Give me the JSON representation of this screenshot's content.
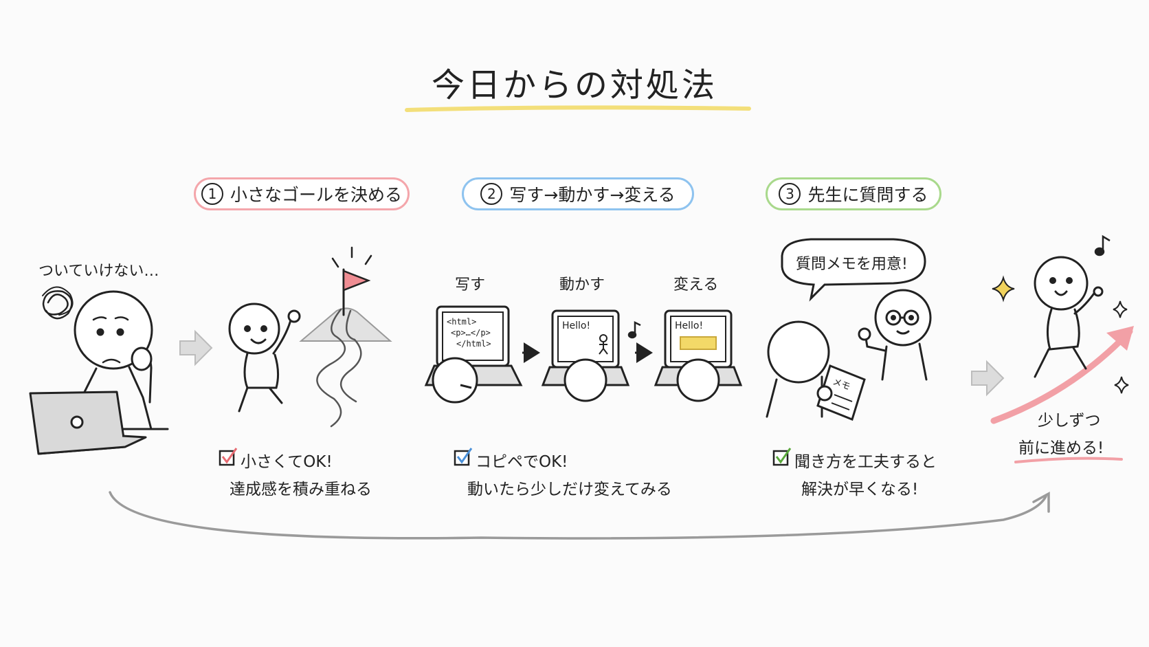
{
  "title": "今日からの対処法",
  "colors": {
    "red": "#f4a6ab",
    "blue": "#8ec3ef",
    "green": "#a9d98c",
    "yellow": "#f3df7a",
    "arrow_grey": "#c2c2c2"
  },
  "steps": [
    {
      "num": "1",
      "label": "小さなゴールを決める",
      "check_line1": "小さくてOK!",
      "check_line2": "達成感を積み重ねる"
    },
    {
      "num": "2",
      "label": "写す→動かす→変える",
      "check_line1": "コピペでOK!",
      "check_line2": "動いたら少しだけ変えてみる"
    },
    {
      "num": "3",
      "label": "先生に質問する",
      "check_line1": "聞き方を工夫すると",
      "check_line2": "解決が早くなる!"
    }
  ],
  "left_figure": {
    "thought": "ついていけない…"
  },
  "step2_substeps": {
    "copy": "写す",
    "run": "動かす",
    "change": "変える",
    "code_lines": [
      "<html>",
      "<p>…</p>",
      "</html>"
    ],
    "hello": "Hello!",
    "hello2": "Hello!"
  },
  "step3": {
    "speech": "質問メモを用意!",
    "memo": "メモ"
  },
  "goal": {
    "line1": "少しずつ",
    "line2": "前に進める!"
  },
  "icons": [
    "scribble-icon",
    "arrow-right-icon",
    "flag-icon",
    "laptop-icon",
    "music-note-icon",
    "sparkle-icon",
    "checkbox-icon",
    "memo-icon",
    "glasses-icon"
  ]
}
